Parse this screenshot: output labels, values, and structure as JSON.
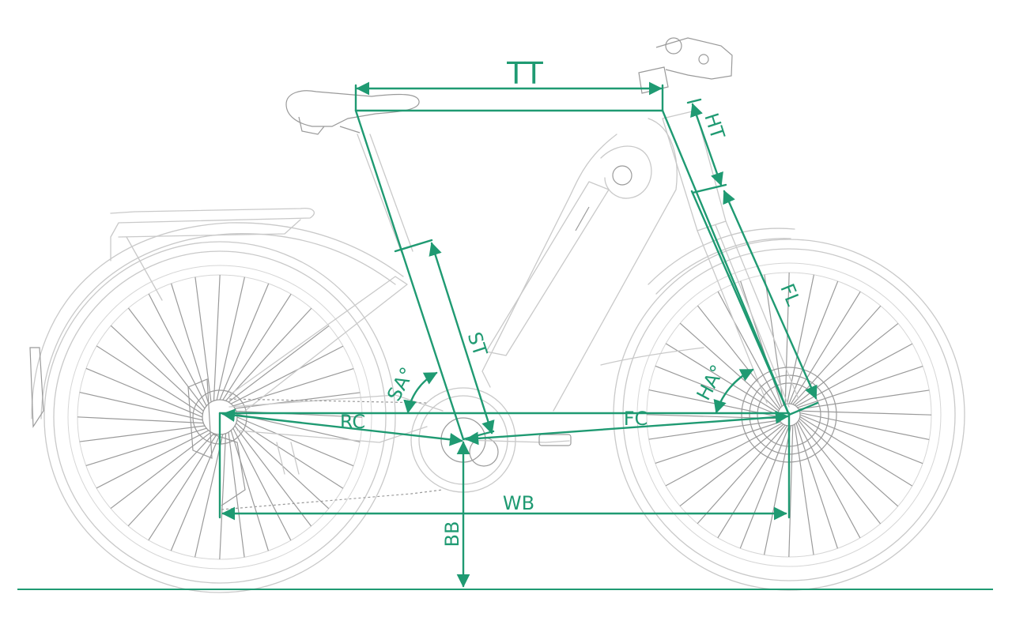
{
  "labels": {
    "tt": "TT",
    "ht": "HT",
    "fl": "FL",
    "st": "ST",
    "sa": "SA°",
    "ha": "HA°",
    "rc": "RC",
    "fc": "FC",
    "wb": "WB",
    "bb": "BB"
  },
  "colors": {
    "dimension": "#1f9a72",
    "sketch": "#c9c9c9"
  }
}
